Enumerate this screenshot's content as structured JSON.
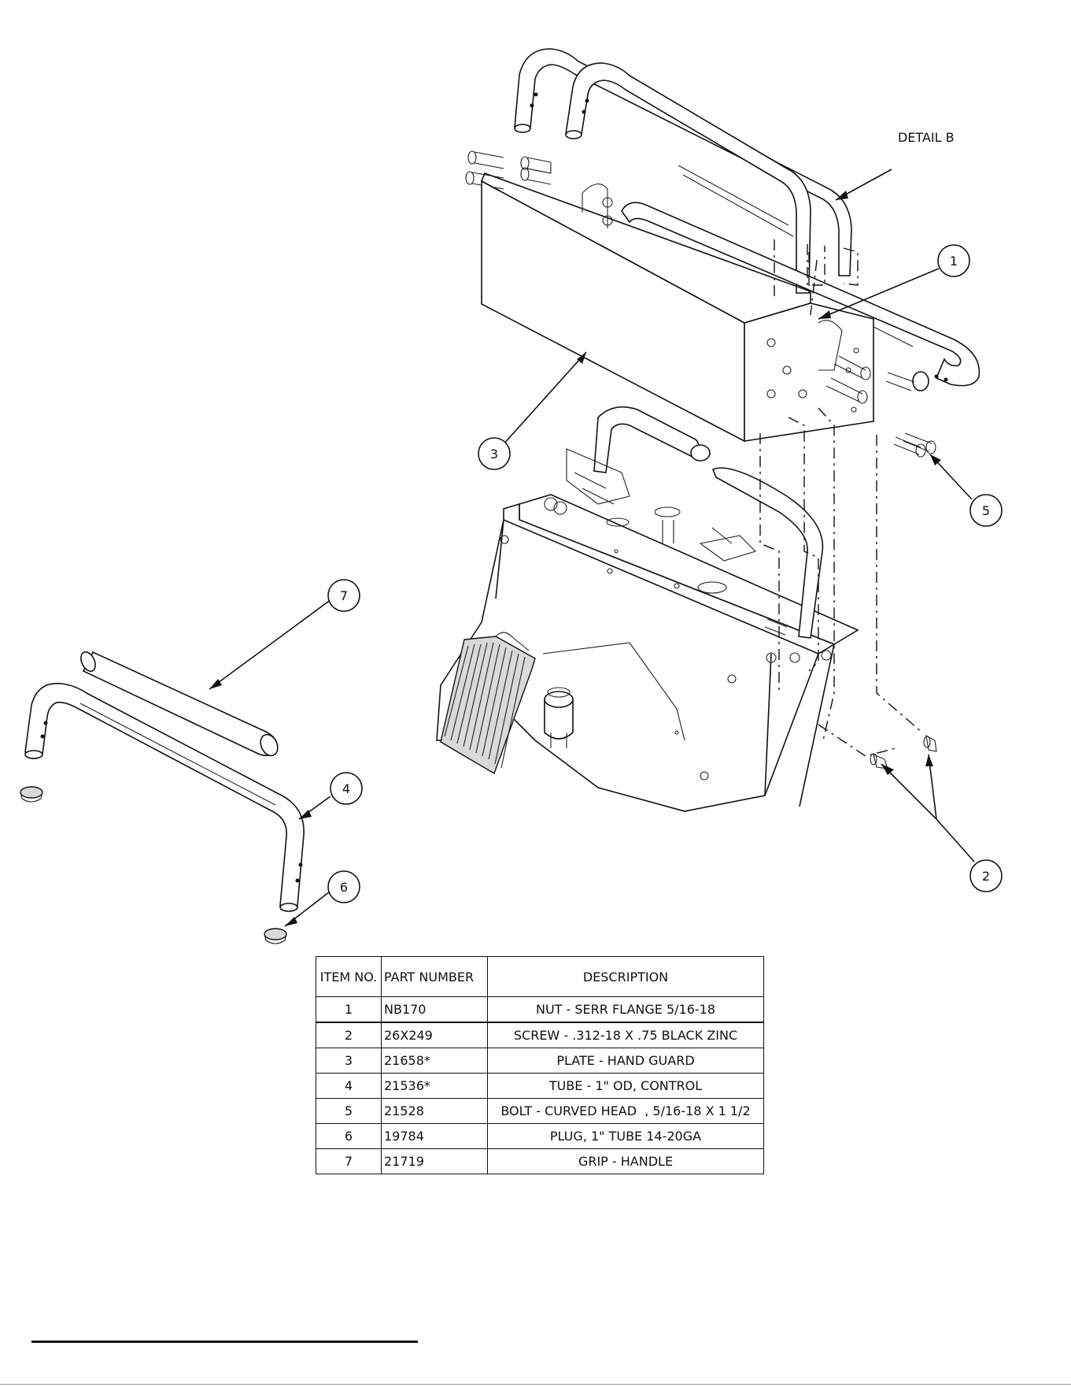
{
  "detail_label": "DETAIL B",
  "callouts": [
    "1",
    "2",
    "3",
    "4",
    "5",
    "6",
    "7"
  ],
  "bom": {
    "headers": {
      "item": "ITEM NO.",
      "part": "PART NUMBER",
      "desc": "DESCRIPTION"
    },
    "rows": [
      {
        "item": "1",
        "part": "NB170",
        "desc": "NUT - SERR FLANGE 5/16-18"
      },
      {
        "item": "2",
        "part": "26X249",
        "desc": "SCREW - .312-18 X .75 BLACK ZINC"
      },
      {
        "item": "3",
        "part": "21658*",
        "desc": "PLATE - HAND GUARD"
      },
      {
        "item": "4",
        "part": "21536*",
        "desc": "TUBE - 1\" OD, CONTROL"
      },
      {
        "item": "5",
        "part": "21528",
        "desc": "BOLT - CURVED HEAD  , 5/16-18 X 1 1/2"
      },
      {
        "item": "6",
        "part": "19784",
        "desc": "PLUG, 1\" TUBE 14-20GA"
      },
      {
        "item": "7",
        "part": "21719",
        "desc": "GRIP - HANDLE"
      }
    ]
  }
}
